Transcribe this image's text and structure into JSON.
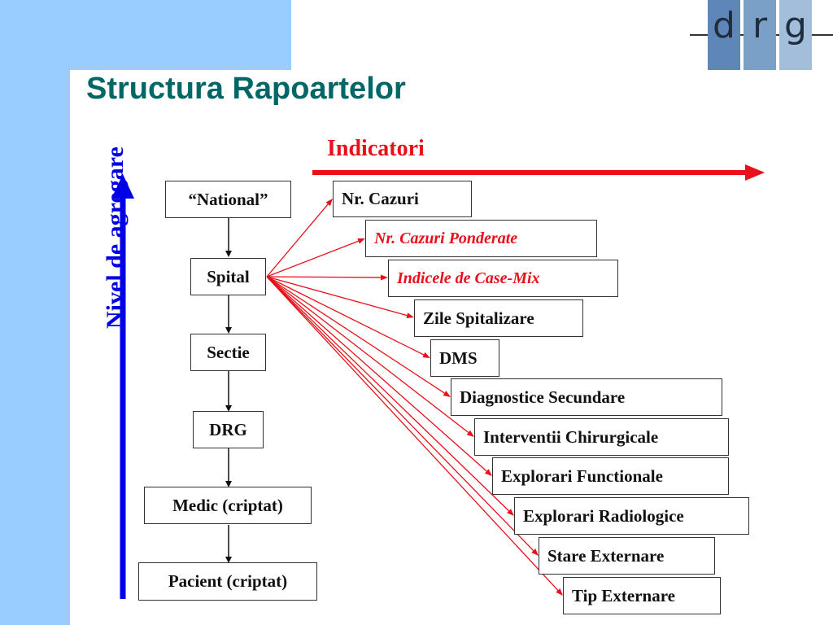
{
  "title": "Structura Rapoartelor",
  "logo": {
    "letters": [
      "d",
      "r",
      "g"
    ]
  },
  "axis": {
    "horizontal_label": "Indicatori",
    "vertical_label": "Nivel de agregare"
  },
  "colors": {
    "title": "#006666",
    "red": "#e8101a",
    "blue": "#0000e6",
    "background": "#99ccff",
    "logo": "#7ba0c8"
  },
  "levels": [
    {
      "label": "“National”"
    },
    {
      "label": "Spital"
    },
    {
      "label": "Sectie"
    },
    {
      "label": "DRG"
    },
    {
      "label": "Medic (criptat)"
    },
    {
      "label": "Pacient (criptat)"
    }
  ],
  "indicators": [
    {
      "label": "Nr. Cazuri",
      "highlight": false
    },
    {
      "label": "Nr. Cazuri Ponderate",
      "highlight": true
    },
    {
      "label": "Indicele de Case-Mix",
      "highlight": true
    },
    {
      "label": "Zile Spitalizare",
      "highlight": false
    },
    {
      "label": "DMS",
      "highlight": false
    },
    {
      "label": "Diagnostice Secundare",
      "highlight": false
    },
    {
      "label": "Interventii Chirurgicale",
      "highlight": false
    },
    {
      "label": "Explorari Functionale",
      "highlight": false
    },
    {
      "label": "Explorari Radiologice",
      "highlight": false
    },
    {
      "label": "Stare Externare",
      "highlight": false
    },
    {
      "label": "Tip Externare",
      "highlight": false
    }
  ]
}
